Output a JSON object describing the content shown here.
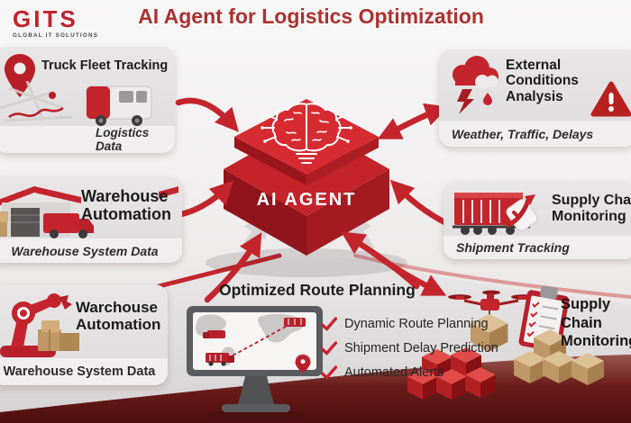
{
  "title": "AI Agent for Logistics Optimization",
  "logo": {
    "name": "GITS",
    "tagline": "GLOBAL IT SOLUTIONS"
  },
  "center": {
    "label": "AI AGENT"
  },
  "cards": {
    "truck_fleet": {
      "title": "Truck Fleet Tracking",
      "subtitle": "Logistics Data"
    },
    "warehouse_mid": {
      "title": "Warehouse Automation",
      "subtitle": "Warehouse System Data"
    },
    "warehouse_bottom": {
      "title": "Warchouse Automation",
      "subtitle": "Warehouse System Data"
    },
    "external_conditions": {
      "title": "External Conditions Analysis",
      "subtitle": "Weather, Traffic, Delays"
    },
    "supply_chain_mid": {
      "title": "Supply Chain Monitoring",
      "subtitle": "Shipment Tracking"
    },
    "supply_chain_bottom": {
      "title": "Supply Chain Monitoring"
    }
  },
  "bottom": {
    "heading": "Optimized Route Planning",
    "checklist": [
      "Dynamic Route Planning",
      "Shipment Delay Prediction",
      "Automated Alerts"
    ]
  },
  "icons": {
    "map_pin": "red location pin",
    "delivery_van": "white van with red cargo",
    "warehouse": "red-roof warehouse with truck",
    "robot_arm": "red robotic arm with boxes",
    "storm_cloud": "red cloud with lightning and rain",
    "warning_triangle": "red triangle with exclamation",
    "container_truck": "red container truck with checkmark",
    "brain_circuit": "white brain-bulb circuit",
    "monitor_map": "monitor with world route map",
    "drone": "red delivery drone with parcel",
    "clipboard": "red checklist clipboard",
    "checkmark": "red check"
  },
  "colors": {
    "brand_red": "#c4242c",
    "title_red": "#aa3231",
    "diamond_red": "#d62b31",
    "card_gray": "#e4e2e3",
    "floor_maroon": "#4e0e0e",
    "text_dark": "#1b1b1b"
  }
}
